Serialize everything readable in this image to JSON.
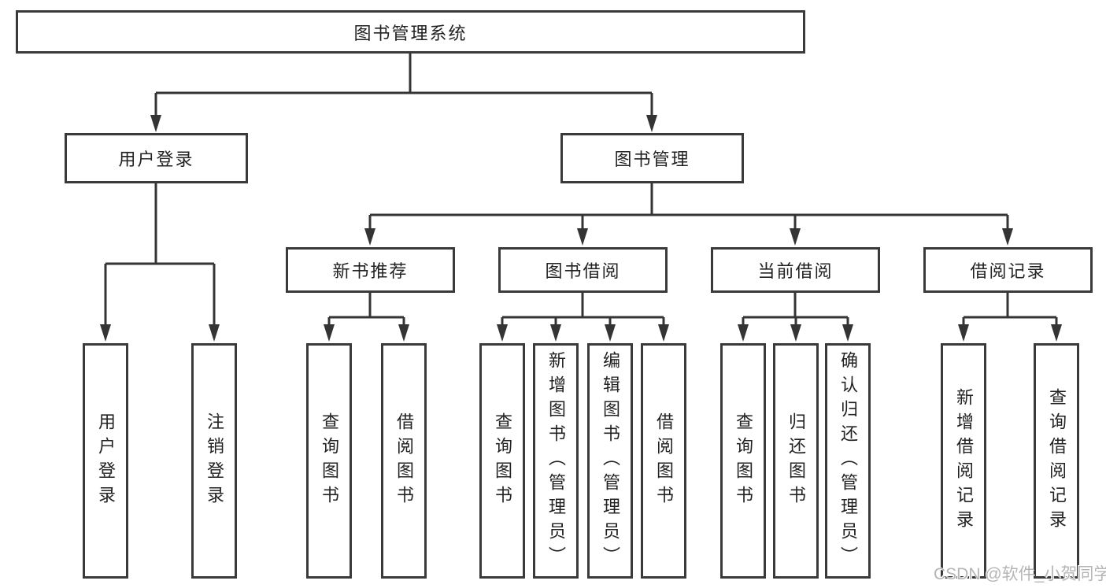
{
  "diagram": {
    "root": "图书管理系统",
    "user_login": "用户登录",
    "book_mgmt": "图书管理",
    "level3": [
      "新书推荐",
      "图书借阅",
      "当前借阅",
      "借阅记录"
    ],
    "user_login_leaves": [
      "用户登录",
      "注销登录"
    ],
    "new_book_leaves": [
      "查询图书",
      "借阅图书"
    ],
    "book_borrow_leaves": [
      "查询图书",
      "新增图书（管理员）",
      "编辑图书（管理员）",
      "借阅图书"
    ],
    "current_borrow_leaves": [
      "查询图书",
      "归还图书",
      "确认归还（管理员）"
    ],
    "borrow_record_leaves": [
      "新增借阅记录",
      "查询借阅记录"
    ]
  },
  "watermark": "CSDN @软件_小贺同学",
  "colors": {
    "line": "#343434",
    "box_border": "#3a3a3a",
    "text": "#222222",
    "watermark": "#b5b5b5",
    "background": "#ffffff"
  }
}
